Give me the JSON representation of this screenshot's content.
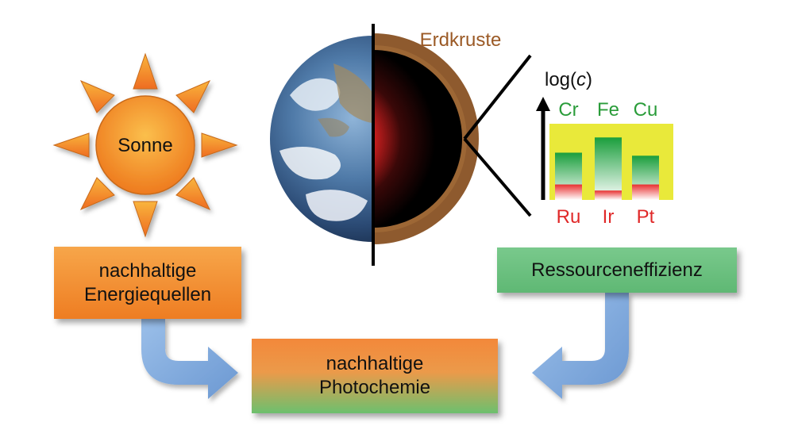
{
  "labels": {
    "sun": "Sonne",
    "crust": "Erdkruste",
    "axis": "log(c)",
    "energy_line1": "nachhaltige",
    "energy_line2": "Energiequellen",
    "efficiency": "Ressourceneffizienz",
    "photochem_line1": "nachhaltige",
    "photochem_line2": "Photochemie"
  },
  "chart_data": {
    "type": "bar",
    "ylabel": "log(c)",
    "categories": [
      "Cr",
      "Fe",
      "Cu"
    ],
    "bottom_categories": [
      "Ru",
      "Ir",
      "Pt"
    ],
    "series": [
      {
        "name": "Cr Fe Cu",
        "values": [
          0.62,
          0.82,
          0.58
        ]
      },
      {
        "name": "Ru Ir Pt",
        "values": [
          0.14,
          0.06,
          0.14
        ]
      }
    ],
    "ylim": [
      0,
      1
    ],
    "colors": {
      "upper": "#1a9e3c",
      "lower": "#e83030",
      "background": "#eaea3a"
    }
  },
  "colors": {
    "sun_ray": "#f6a623",
    "sun_core": "#f08a1c",
    "orange_box": "#ee7d22",
    "green_box": "#65bd79",
    "arrow": "#79a6dc",
    "crust": "#9b5a26",
    "label_green": "#2a9c3a",
    "label_red": "#e02828"
  },
  "icons": {
    "sun": "sun-icon",
    "earth": "earth-globe-icon",
    "arrow_left": "curved-arrow-right-icon",
    "arrow_right": "curved-arrow-left-icon"
  }
}
